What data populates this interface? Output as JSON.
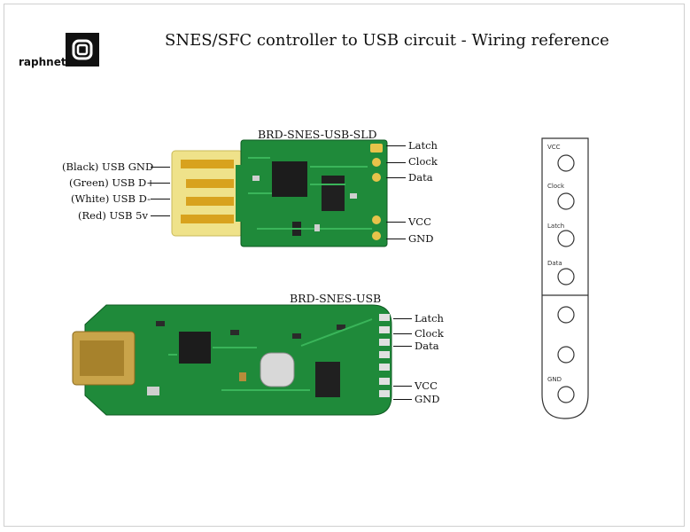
{
  "brand": {
    "name": "raphnet."
  },
  "title": "SNES/SFC controller to USB circuit - Wiring reference",
  "board1": {
    "label": "BRD-SNES-USB-SLD",
    "left_labels": [
      "(Black) USB GND",
      "(Green) USB D+",
      "(White) USB D-",
      "(Red) USB 5v"
    ],
    "right_labels": [
      "Latch",
      "Clock",
      "Data",
      "VCC",
      "GND"
    ]
  },
  "board2": {
    "label": "BRD-SNES-USB",
    "right_labels": [
      "Latch",
      "Clock",
      "Data",
      "VCC",
      "GND"
    ]
  },
  "connector": {
    "pins": [
      "VCC",
      "Clock",
      "Latch",
      "Data",
      "GND"
    ]
  },
  "colors": {
    "pcb": "#1f8a3a",
    "pcb_dark": "#166b2c",
    "gold": "#d8a21e",
    "usb_yellow": "#efe28a"
  }
}
